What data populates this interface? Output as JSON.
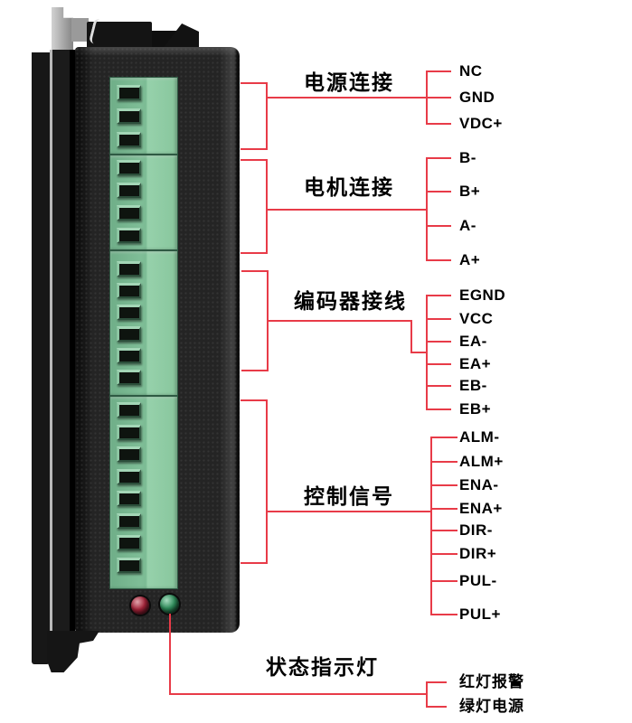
{
  "colors": {
    "line_red": "#e83b48",
    "label_black": "#000000",
    "terminal_green": "#7fbe97",
    "led_red": "#a12338",
    "led_green": "#2e8a59"
  },
  "connector_groups": [
    {
      "label": "电源连接",
      "pins": [
        "NC",
        "GND",
        "VDC+"
      ]
    },
    {
      "label": "电机连接",
      "pins": [
        "B-",
        "B+",
        "A-",
        "A+"
      ]
    },
    {
      "label": "编码器接线",
      "pins": [
        "EGND",
        "VCC",
        "EA-",
        "EA+",
        "EB-",
        "EB+"
      ]
    },
    {
      "label": "控制信号",
      "pins": [
        "ALM-",
        "ALM+",
        "ENA-",
        "ENA+",
        "DIR-",
        "DIR+",
        "PUL-",
        "PUL+"
      ]
    }
  ],
  "status_indicator": {
    "label": "状态指示灯",
    "entries": [
      "红灯报警",
      "绿灯电源"
    ]
  }
}
